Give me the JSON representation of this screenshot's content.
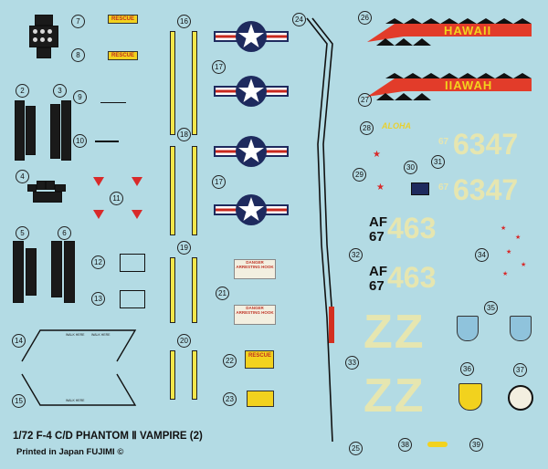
{
  "sheet": {
    "title": "1/72 F-4 C/D PHANTOM Ⅱ VAMPIRE (2)",
    "printed": "Printed  in  Japan  FUJIMI ©"
  },
  "numbers": [
    "2",
    "3",
    "4",
    "5",
    "6",
    "7",
    "8",
    "9",
    "10",
    "11",
    "12",
    "13",
    "14",
    "15",
    "16",
    "17",
    "17",
    "18",
    "19",
    "20",
    "21",
    "22",
    "23",
    "24",
    "25",
    "26",
    "27",
    "28",
    "29",
    "30",
    "31",
    "32",
    "33",
    "34",
    "35",
    "36",
    "37",
    "38",
    "39"
  ],
  "labels": {
    "rescue": "RESCUE",
    "rescue_box": "RESCUE",
    "danger_line1": "DANGER",
    "danger_line2": "ARRESTING HOOK",
    "hawaii": "HAWAII",
    "hawaii_mirror": "HAWAII",
    "aloha": "ALOHA",
    "af": "AF",
    "code": "67",
    "serial": "463",
    "tail_number": "6347",
    "tail_prefix": "67",
    "zz": "ZZ",
    "walk": "WALK HERE"
  },
  "colors": {
    "background": "#b3dbe4",
    "hawaii_red": "#e23c2a",
    "hawaii_yellow": "#f2d21e",
    "roundel_blue": "#1e2a5e",
    "roundel_red": "#c8281e",
    "ghost_text": "#efe8a8",
    "star_red": "#d82a2a"
  }
}
